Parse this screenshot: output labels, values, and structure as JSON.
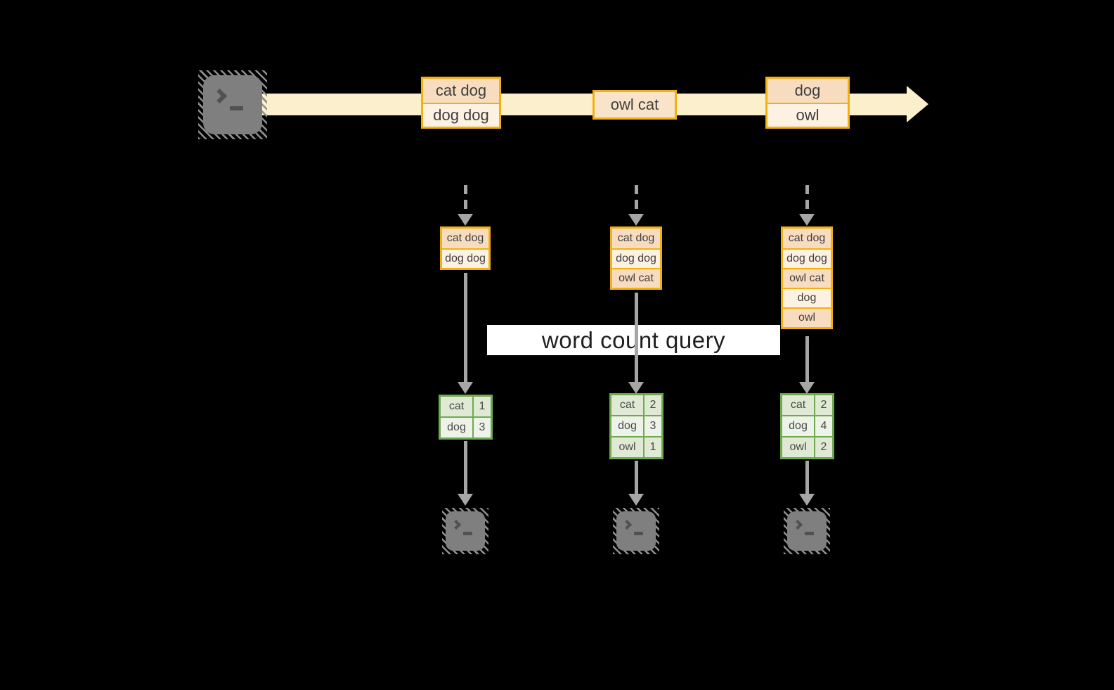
{
  "query_label": "word count query",
  "source": {
    "icon": "terminal-icon"
  },
  "sinks": [
    {
      "icon": "terminal-icon"
    },
    {
      "icon": "terminal-icon"
    },
    {
      "icon": "terminal-icon"
    }
  ],
  "columns": [
    {
      "batch": [
        "cat dog",
        "dog dog"
      ],
      "state": [
        "cat dog",
        "dog dog"
      ],
      "result": [
        {
          "word": "cat",
          "count": "1"
        },
        {
          "word": "dog",
          "count": "3"
        }
      ]
    },
    {
      "batch": [
        "owl cat"
      ],
      "state": [
        "cat dog",
        "dog dog",
        "owl cat"
      ],
      "result": [
        {
          "word": "cat",
          "count": "2"
        },
        {
          "word": "dog",
          "count": "3"
        },
        {
          "word": "owl",
          "count": "1"
        }
      ]
    },
    {
      "batch": [
        "dog",
        "owl"
      ],
      "state": [
        "cat dog",
        "dog dog",
        "owl cat",
        "dog",
        "owl"
      ],
      "result": [
        {
          "word": "cat",
          "count": "2"
        },
        {
          "word": "dog",
          "count": "4"
        },
        {
          "word": "owl",
          "count": "2"
        }
      ]
    }
  ],
  "colors": {
    "background": "#000000",
    "stream_arrow": "#fcf0cc",
    "record_border": "#f1b211",
    "record_fill_dark": "#f8dcc0",
    "record_fill_light": "#fdf2e2",
    "record_fill_mid": "#f9e3c9",
    "table_border": "#6faa50",
    "table_fill_dark": "#dfe9d3",
    "table_fill_light": "#eef3e9",
    "arrow_gray": "#a6a6a6",
    "terminal_gray": "#7f7f7f"
  }
}
